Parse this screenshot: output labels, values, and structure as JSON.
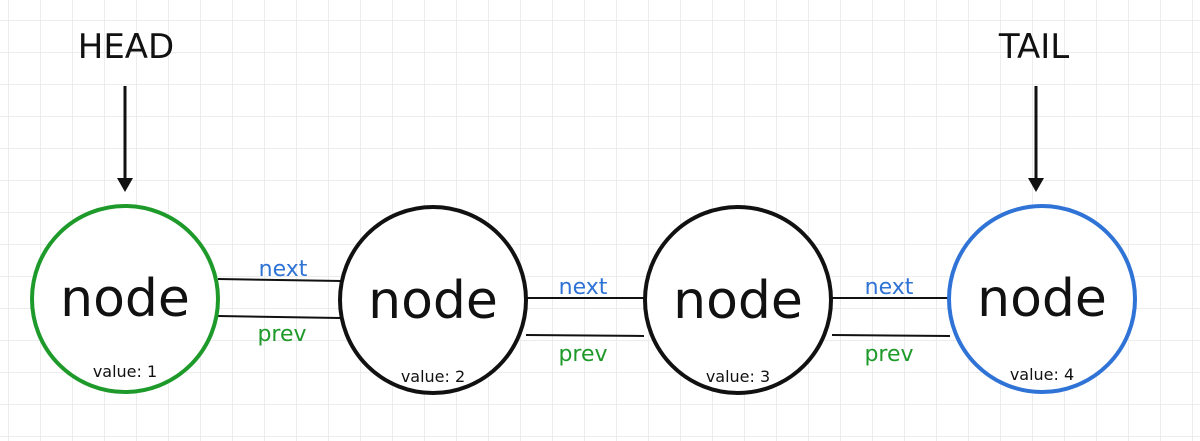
{
  "pointers": {
    "head": "HEAD",
    "tail": "TAIL"
  },
  "nodes": [
    {
      "label": "node",
      "value": "value: 1"
    },
    {
      "label": "node",
      "value": "value: 2"
    },
    {
      "label": "node",
      "value": "value: 3"
    },
    {
      "label": "node",
      "value": "value: 4"
    }
  ],
  "links": [
    {
      "next": "next",
      "prev": "prev"
    },
    {
      "next": "next",
      "prev": "prev"
    },
    {
      "next": "next",
      "prev": "prev"
    }
  ],
  "colors": {
    "head_node": "#1e9a2a",
    "tail_node": "#2f73d6",
    "middle_node": "#111111",
    "next_label": "#2f73d6",
    "prev_label": "#1e9a2a",
    "lines": "#111111"
  }
}
